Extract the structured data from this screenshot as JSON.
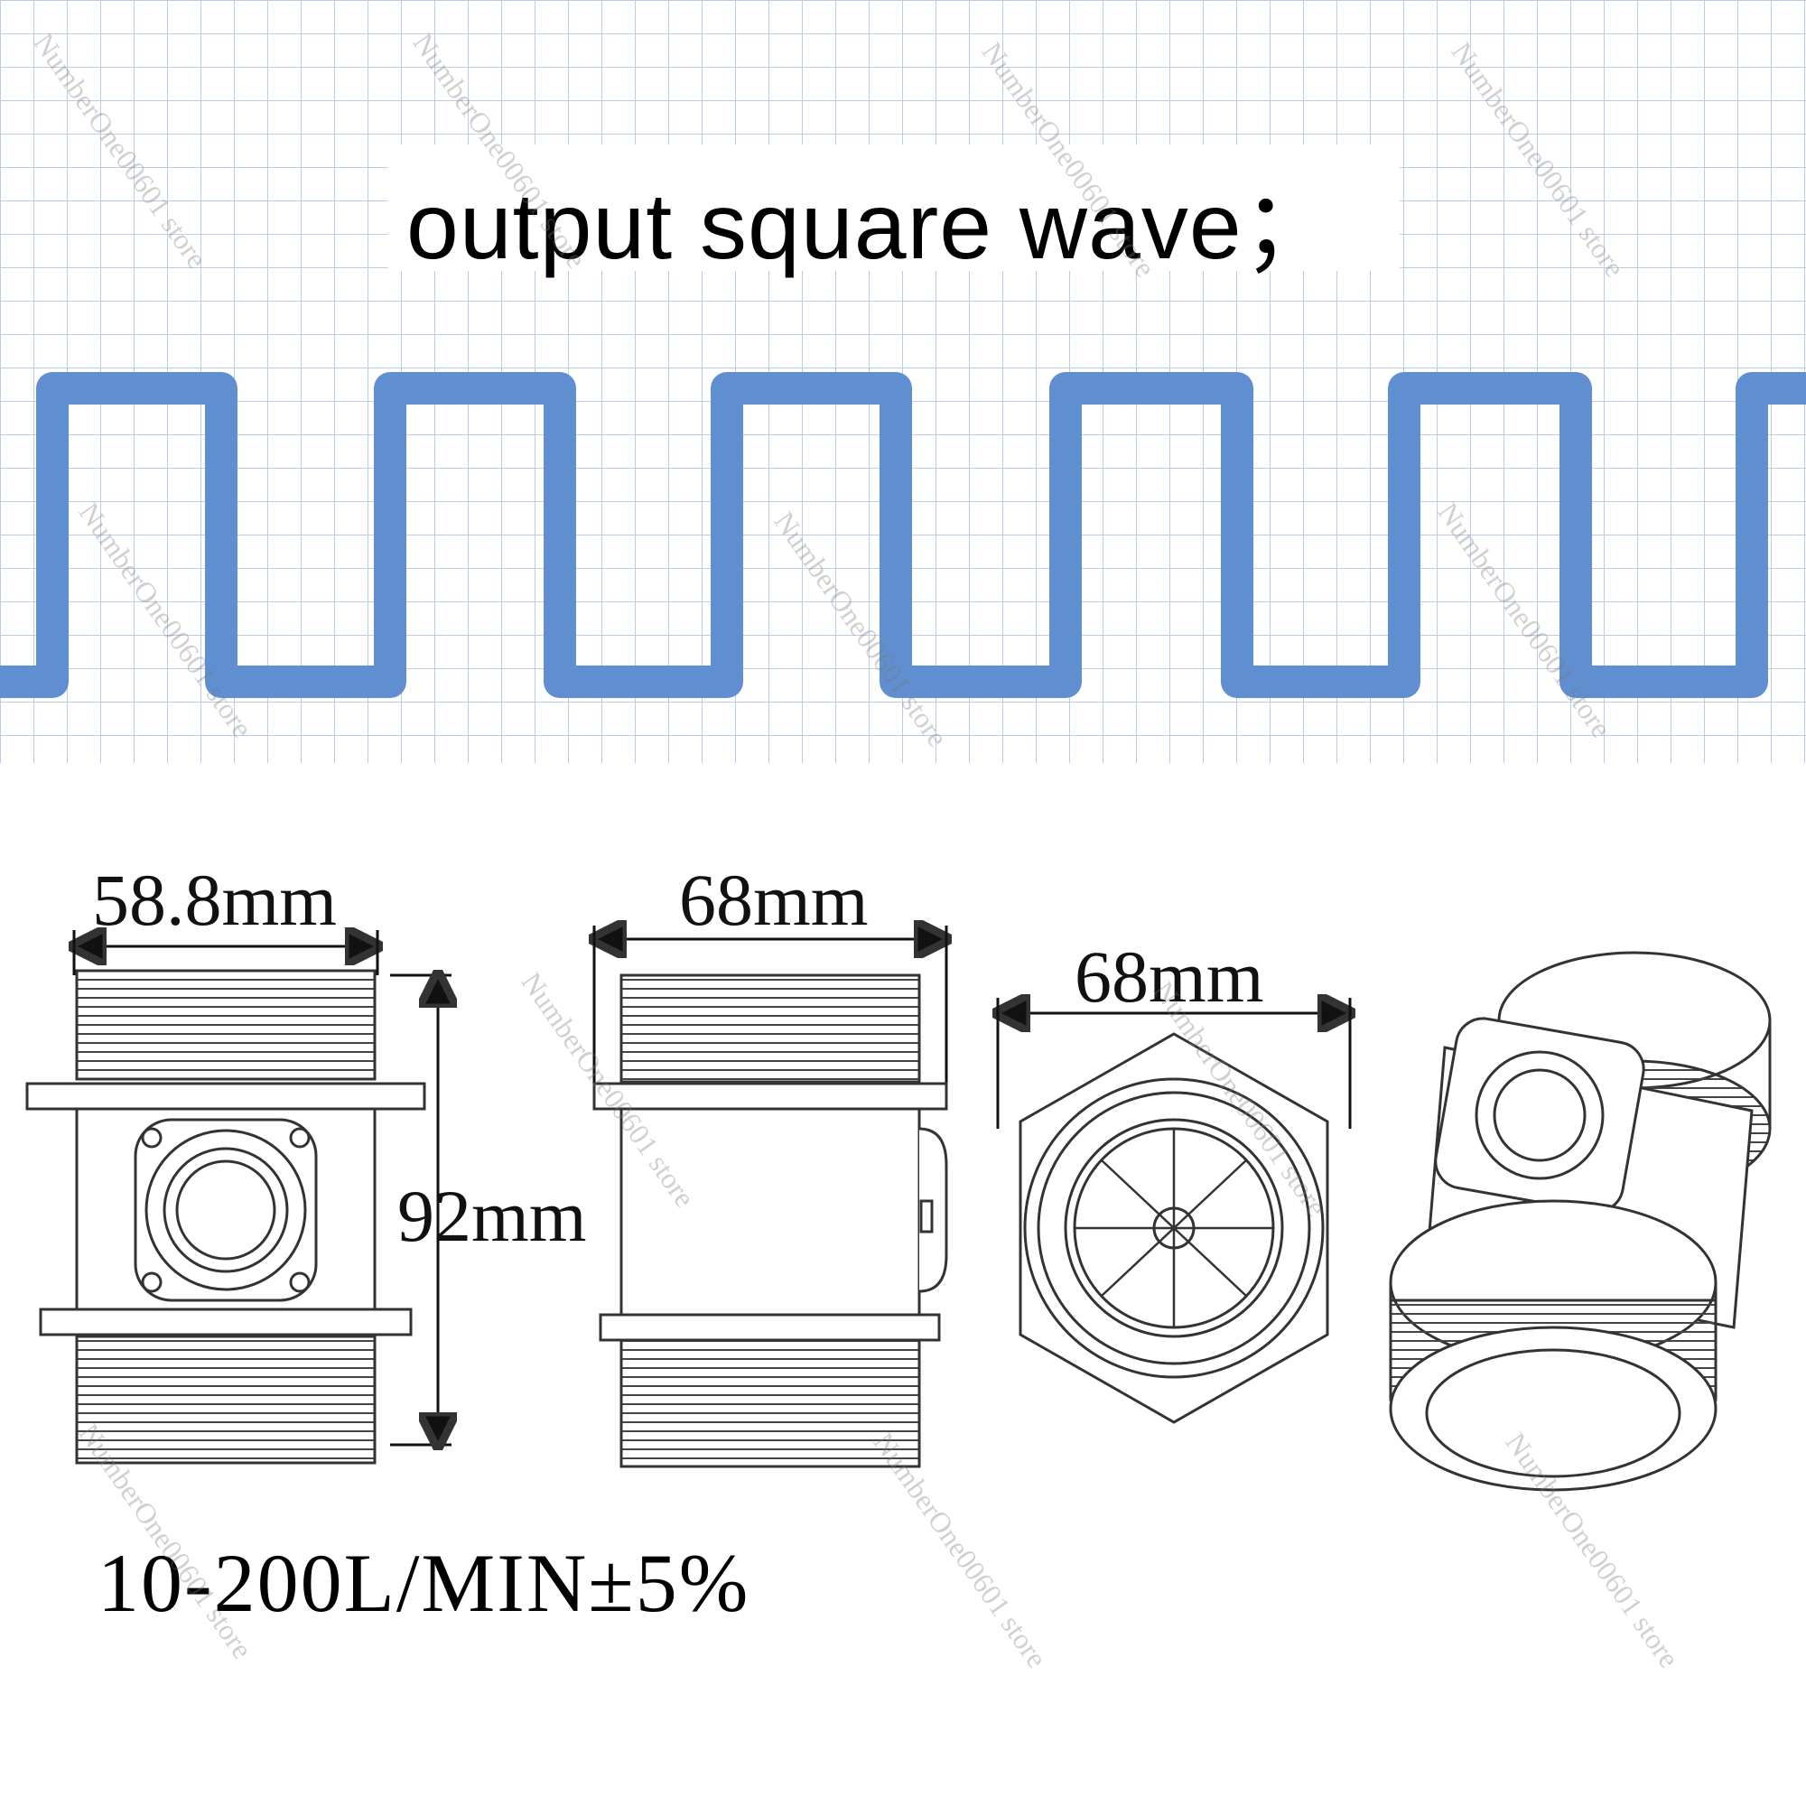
{
  "title": "output square wave；",
  "dimensions": {
    "front_width": "58.8mm",
    "side_width": "68mm",
    "end_width": "68mm",
    "height": "92mm"
  },
  "spec": "10-200L/MIN±5%",
  "watermark": "NumberOne00601 store",
  "colors": {
    "wave": "#5f8fd0",
    "grid": "#b9cde6",
    "line_art": "#333333"
  }
}
